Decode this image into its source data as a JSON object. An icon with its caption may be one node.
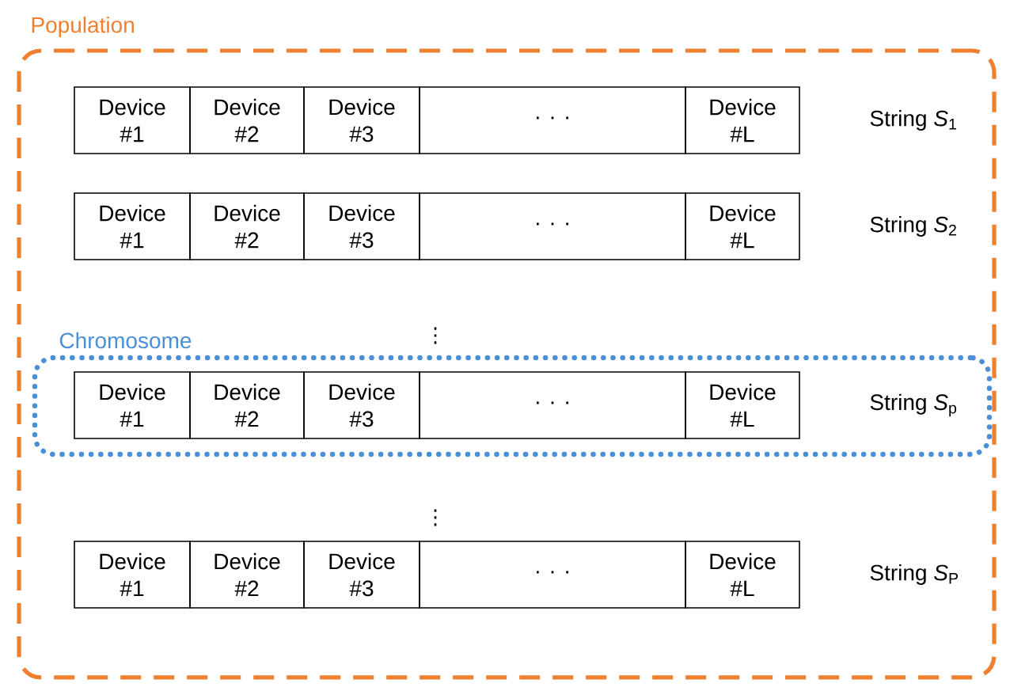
{
  "diagram": {
    "nodes": [
      {
        "text": [
          "Population"
        ]
      },
      {
        "text": [
          "Device #1"
        ],
        "in": 0
      },
      {
        "text": [
          "Device #2"
        ],
        "in": 0
      },
      {
        "text": [
          "Device #3"
        ],
        "in": 0
      },
      {
        "text": [
          "· · ·"
        ],
        "in": 0
      },
      {
        "text": [
          "Device #L"
        ],
        "in": 0
      },
      {
        "text": [
          "Device #1"
        ],
        "in": 0
      },
      {
        "text": [
          "Device #2"
        ],
        "in": 0
      },
      {
        "text": [
          "Device #3"
        ],
        "in": 0
      },
      {
        "text": [
          "· · ·"
        ],
        "in": 0
      },
      {
        "text": [
          "Device #L"
        ],
        "in": 0
      },
      {
        "text": [
          "Chromosome"
        ],
        "in": 0
      },
      {
        "text": [
          "Device #1"
        ],
        "in": 11
      },
      {
        "text": [
          "Device #2"
        ],
        "in": 11
      },
      {
        "text": [
          "Device #3"
        ],
        "in": 11
      },
      {
        "text": [
          "· · ·"
        ],
        "in": 11
      },
      {
        "text": [
          "Device #L"
        ],
        "in": 11
      },
      {
        "text": [
          "Device #1"
        ],
        "in": 0
      },
      {
        "text": [
          "Device #2"
        ],
        "in": 0
      },
      {
        "text": [
          "Device #3"
        ],
        "in": 0
      },
      {
        "text": [
          "· · ·"
        ],
        "in": 0
      },
      {
        "text": [
          "Device #L"
        ],
        "in": 0
      }
    ],
    "labels": [
      "String *S*$_{1}$",
      "String *S*$_{2}$",
      "⋮",
      "String *S*$_{p}$",
      "⋮",
      "String *S*$_{P}$"
    ]
  }
}
